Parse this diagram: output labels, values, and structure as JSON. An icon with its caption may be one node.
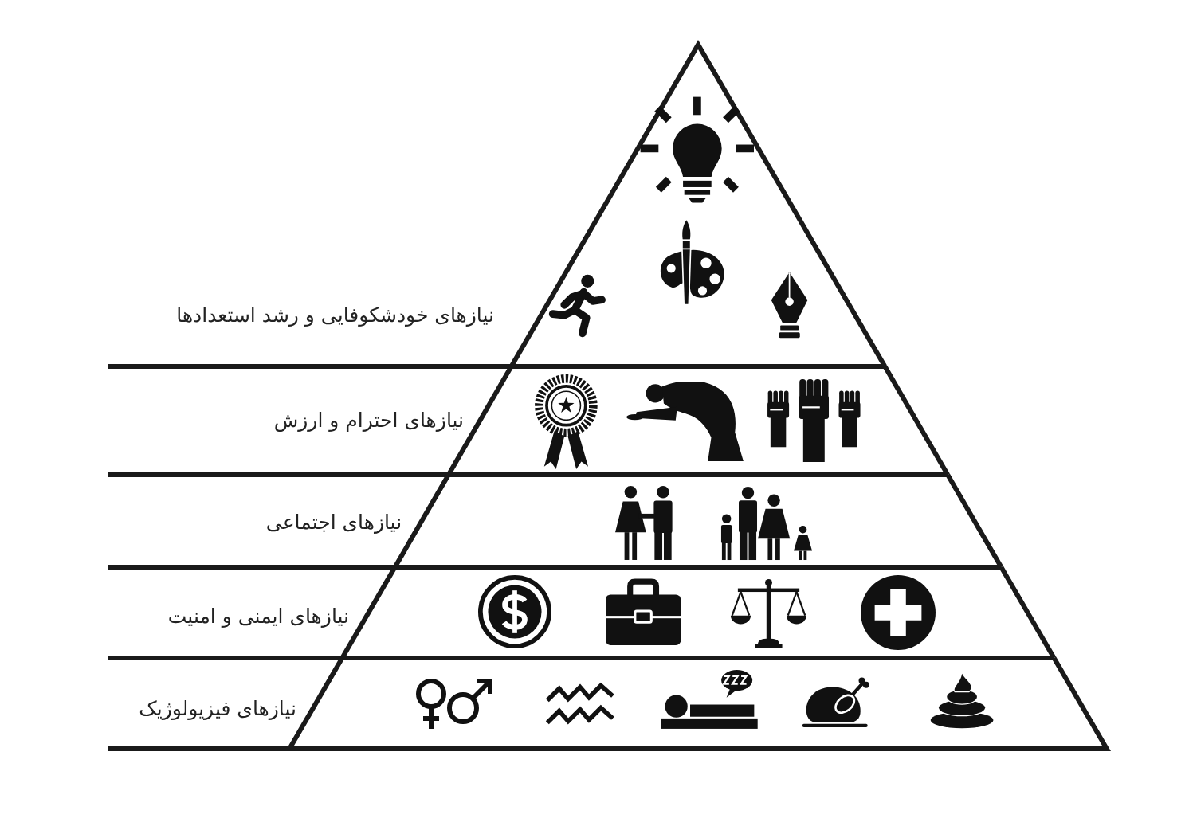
{
  "diagram": {
    "nodes": [
      {
        "text": [
          "نیازهای خودشکوفایی و رشد استعدادها"
        ]
      },
      {
        "text": [
          "نیازهای احترام و ارزش"
        ]
      },
      {
        "text": [
          "نیازهای اجتماعی"
        ]
      },
      {
        "text": [
          "نیازهای ایمنی و امنیت"
        ]
      },
      {
        "text": [
          "نیازهای فیزیولوژیک"
        ]
      }
    ]
  }
}
